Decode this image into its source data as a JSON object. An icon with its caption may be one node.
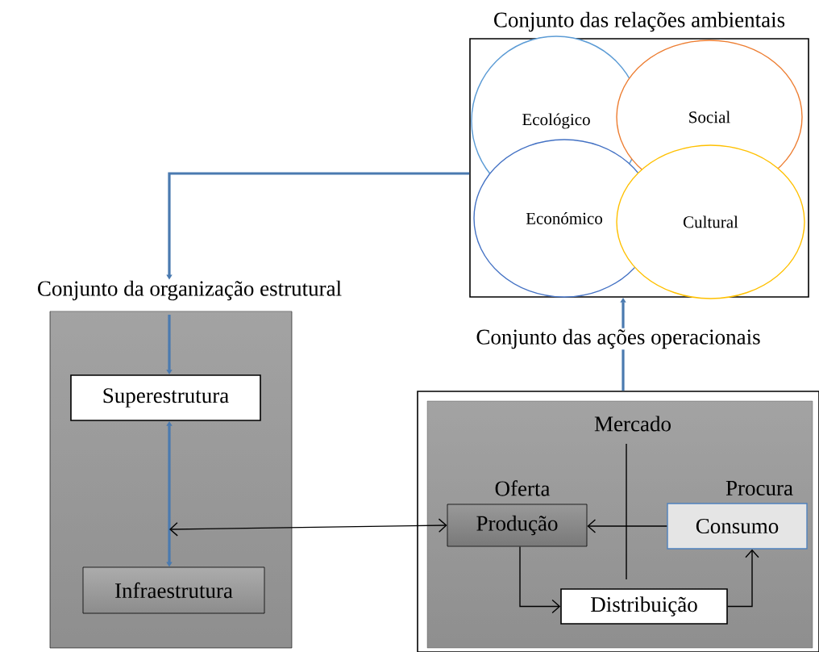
{
  "diagram": {
    "nodes": [
      {
        "text": [
          "Conjunto das relações ambientais"
        ]
      },
      {
        "text": [
          "Ecológico"
        ],
        "in": 0
      },
      {
        "text": [
          "Social"
        ],
        "in": 0
      },
      {
        "text": [
          "Económico"
        ],
        "in": 0
      },
      {
        "text": [
          "Cultural"
        ],
        "in": 0
      },
      {
        "text": [
          "Conjunto da organização estrutural"
        ]
      },
      {
        "text": [
          "Superestrutura"
        ],
        "in": 5
      },
      {
        "text": [
          "Infraestrutura"
        ],
        "in": 5
      },
      {
        "text": [
          "Conjunto das ações operacionais"
        ]
      },
      {
        "text": [
          "Produção"
        ],
        "in": 8,
        "beside": [
          "Oferta"
        ]
      },
      {
        "text": [
          "Consumo"
        ],
        "in": 8,
        "beside": [
          "Procura"
        ]
      },
      {
        "text": [
          "Distribuição"
        ],
        "in": 8
      }
    ],
    "edges": [
      {
        "from": 0,
        "to": 5,
        "arrow": "to",
        "style": "thick",
        "color": "#4a7ab0"
      },
      {
        "from": null,
        "to": 6,
        "arrow": "to",
        "style": "thick",
        "color": "#4a7ab0"
      },
      {
        "from": 6,
        "to": 7,
        "arrow": "both",
        "style": "thick",
        "color": "#4a7ab0"
      },
      {
        "from": 8,
        "to": 0,
        "arrow": "to",
        "style": "thick",
        "color": "#4a7ab0"
      },
      {
        "from": 9,
        "to": null,
        "arrow": "both",
        "color": "#000000"
      },
      {
        "from": 10,
        "to": 9,
        "arrow": "to",
        "color": "#000000"
      },
      {
        "from": 9,
        "to": 11,
        "arrow": "to",
        "color": "#000000"
      },
      {
        "from": 11,
        "to": 10,
        "arrow": "to",
        "color": "#000000"
      }
    ],
    "labels": [
      "Mercado"
    ]
  }
}
